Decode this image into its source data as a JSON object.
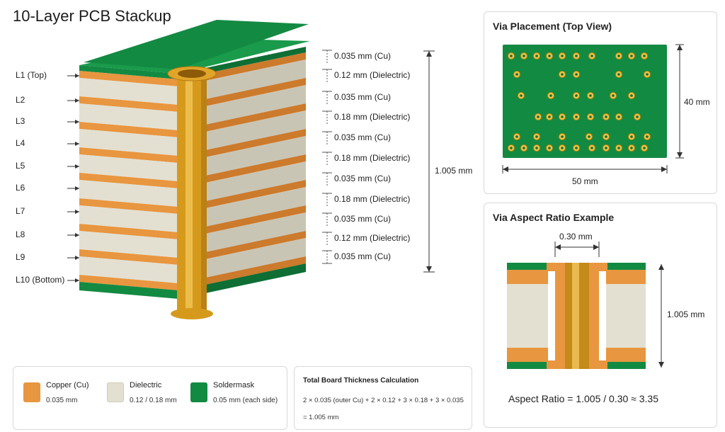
{
  "title": "10-Layer PCB Stackup",
  "colors": {
    "copper": "#e8963f",
    "dielectric": "#e3e0d2",
    "soldermask": "#138a42",
    "via": "#d59a1c"
  },
  "layers": [
    "L1 (Top)",
    "L2",
    "L3",
    "L4",
    "L5",
    "L6",
    "L7",
    "L8",
    "L9",
    "L10 (Bottom)"
  ],
  "thicknesses": [
    "0.035 mm (Cu)",
    "0.12 mm (Dielectric)",
    "0.035 mm (Cu)",
    "0.18 mm (Dielectric)",
    "0.035 mm (Cu)",
    "0.18 mm (Dielectric)",
    "0.035 mm (Cu)",
    "0.18 mm (Dielectric)",
    "0.035 mm (Cu)",
    "0.12 mm (Dielectric)",
    "0.035 mm (Cu)"
  ],
  "total_thickness": "1.005 mm",
  "via_panel": {
    "title": "Via Placement (Top View)",
    "height_label": "40 mm",
    "width_label": "50 mm"
  },
  "aspect_panel": {
    "title": "Via Aspect Ratio Example",
    "diameter_label": "0.30 mm",
    "thickness_label": "1.005 mm",
    "ratio_text": "Aspect Ratio = 1.005 / 0.30 ≈ 3.35"
  },
  "legend": [
    {
      "name": "Copper (Cu)",
      "value": "0.035 mm",
      "color_key": "copper"
    },
    {
      "name": "Dielectric",
      "value": "0.12 / 0.18 mm",
      "color_key": "dielectric"
    },
    {
      "name": "Soldermask",
      "value": "0.05 mm (each side)",
      "color_key": "soldermask"
    }
  ],
  "calc": {
    "title": "Total Board Thickness Calculation",
    "line1": "2 × 0.035 (outer Cu) + 2 × 0.12 + 3 × 0.18 + 3 × 0.035",
    "line2": "= 1.005 mm"
  }
}
